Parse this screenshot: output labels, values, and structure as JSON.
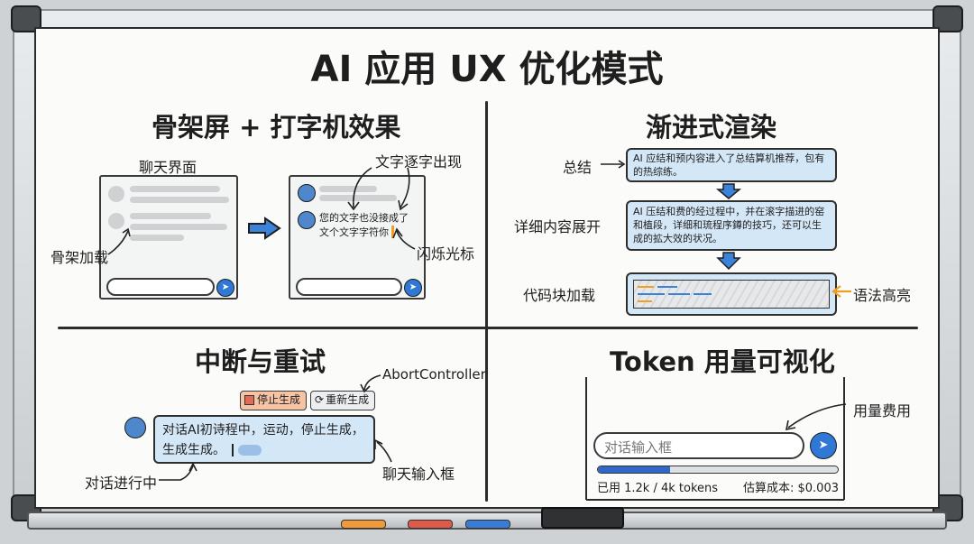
{
  "title": "AI 应用 UX 优化模式",
  "q1": {
    "title": "骨架屏 + 打字机效果",
    "chat_label": "聊天界面",
    "skeleton_label": "骨架加载",
    "typing_label": "文字逐字出现",
    "cursor_label": "闪烁光标",
    "typed_text_1": "您的文字也没接成了",
    "typed_text_2": "文个文字字符你"
  },
  "q2": {
    "title": "渐进式渲染",
    "summary_label": "总结",
    "summary_text": "AI 应结和预内容进入了总结算机推荐，包有的热综练。",
    "detail_label": "详细内容展开",
    "detail_text": "AI 压结和费的经过程中，并在滚字描进的窑和植段，详细和琉程序鐏的技巧，还可以生成的拡大效的状况。",
    "code_label": "代码块加载",
    "highlight_label": "语法高亮"
  },
  "q3": {
    "title": "中断与重试",
    "abort_label": "AbortController",
    "stop_button": "停止生成",
    "regen_button": "重新生成",
    "bubble_line_1": "对话AI初诗程中，运动，停止生成，",
    "bubble_line_2": "生成生成。",
    "ongoing_label": "对话进行中",
    "input_label": "聊天输入框"
  },
  "q4": {
    "title": "Token 用量可视化",
    "cost_label": "用量费用",
    "input_placeholder": "对话输入框",
    "usage_text": "已用 1.2k / 4k tokens",
    "cost_text": "估算成本: $0.003",
    "usage_fraction": 0.3
  },
  "colors": {
    "accent_blue": "#2f78d6",
    "bubble_blue": "#d4e7f7",
    "arrow_orange": "#f0a020",
    "stop_red": "#e06b5a"
  }
}
